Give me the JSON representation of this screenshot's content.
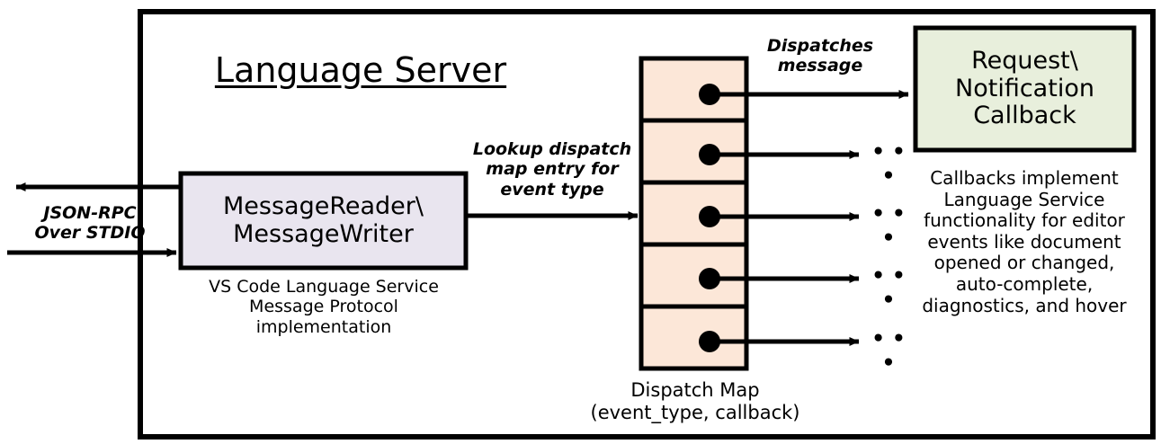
{
  "diagram": {
    "title": "Language Server",
    "outer_border_color": "#000000",
    "left_io": {
      "label": "JSON-RPC\nOver STDIO",
      "outbound_arrow_name": "json-rpc-out-arrow",
      "inbound_arrow_name": "json-rpc-in-arrow"
    },
    "message_box": {
      "label": "MessageReader\\\nMessageWriter",
      "fill": "#E9E5EF",
      "caption": "VS Code Language Service\nMessage Protocol implementation"
    },
    "lookup_arrow": {
      "label": "Lookup dispatch\nmap entry for\nevent type"
    },
    "dispatch_map": {
      "caption": "Dispatch Map\n(event_type, callback)",
      "fill": "#FCE7D8",
      "row_count": 5,
      "rows": [
        {
          "index": 1,
          "marker": "callback-dot",
          "target": "request-notification-callback"
        },
        {
          "index": 2,
          "marker": "callback-dot",
          "target": "ellipsis"
        },
        {
          "index": 3,
          "marker": "callback-dot",
          "target": "ellipsis"
        },
        {
          "index": 4,
          "marker": "callback-dot",
          "target": "ellipsis"
        },
        {
          "index": 5,
          "marker": "callback-dot",
          "target": "ellipsis"
        }
      ],
      "ellipsis_glyph": "•  •  •"
    },
    "dispatch_arrow": {
      "label": "Dispatches\nmessage"
    },
    "callback_box": {
      "label": "Request\\\nNotification\nCallback",
      "fill": "#E8EFDC"
    },
    "callback_caption": "Callbacks implement\nLanguage Service\nfunctionality for editor\nevents like document\nopened or changed,\nauto-complete,\ndiagnostics, and hover"
  }
}
